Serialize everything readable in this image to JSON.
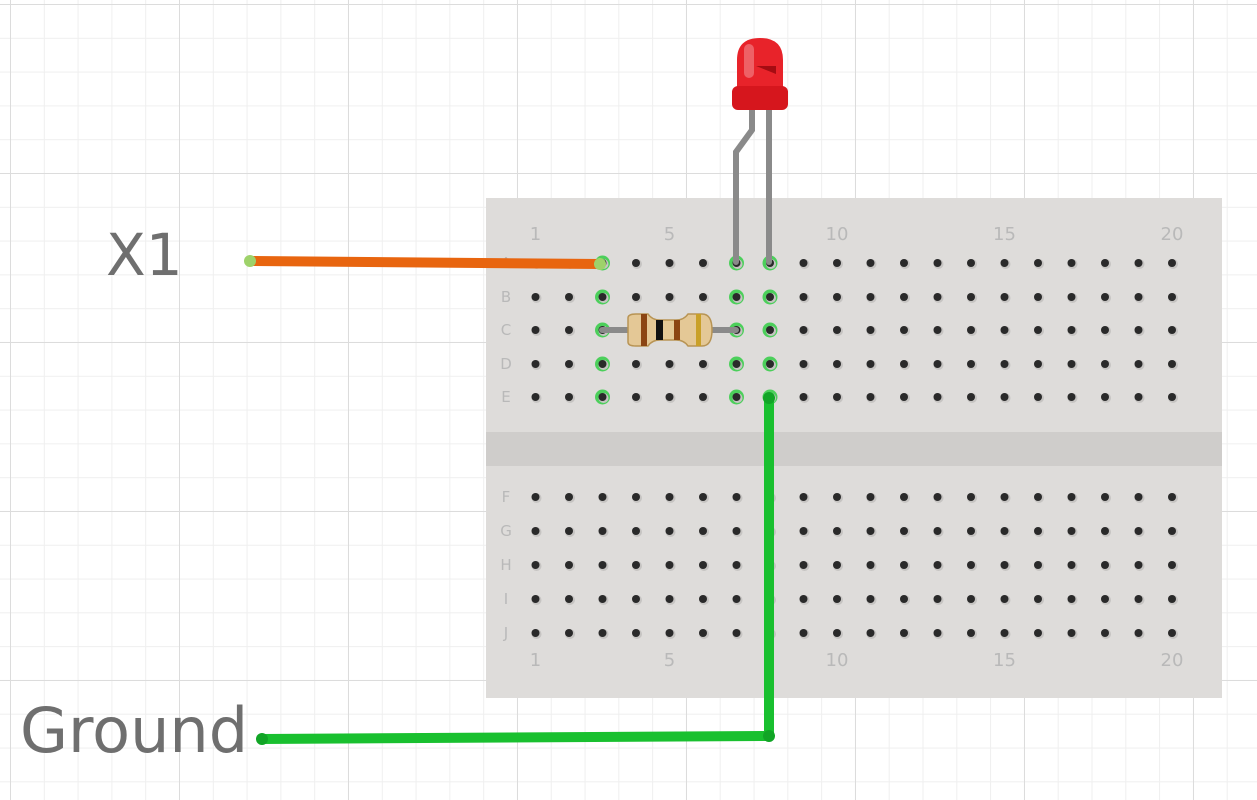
{
  "labels": {
    "signal": "X1",
    "ground": "Ground"
  },
  "breadboard": {
    "columns": 20,
    "top_rows": [
      "A",
      "B",
      "C",
      "D",
      "E"
    ],
    "bottom_rows": [
      "F",
      "G",
      "H",
      "I",
      "J"
    ],
    "column_labels": [
      "1",
      "5",
      "10",
      "15",
      "20"
    ],
    "highlighted_columns": [
      3,
      7,
      8
    ]
  },
  "components": {
    "led": {
      "color": "#e8232a",
      "anode_column": 8,
      "cathode_column": 7,
      "row": "A"
    },
    "resistor": {
      "from_column": 3,
      "to_column": 7,
      "row": "C",
      "bands": [
        "brown",
        "black",
        "brown",
        "gold"
      ]
    },
    "signal_wire": {
      "color": "#e8650f",
      "column": 3,
      "row": "A"
    },
    "ground_wire": {
      "color": "#19c02f",
      "column": 8,
      "row": "E"
    }
  },
  "colors": {
    "board": "#dedcda",
    "channel": "#cfcdcb",
    "hole": "#2a2a2a",
    "connected": "#33cc44"
  }
}
